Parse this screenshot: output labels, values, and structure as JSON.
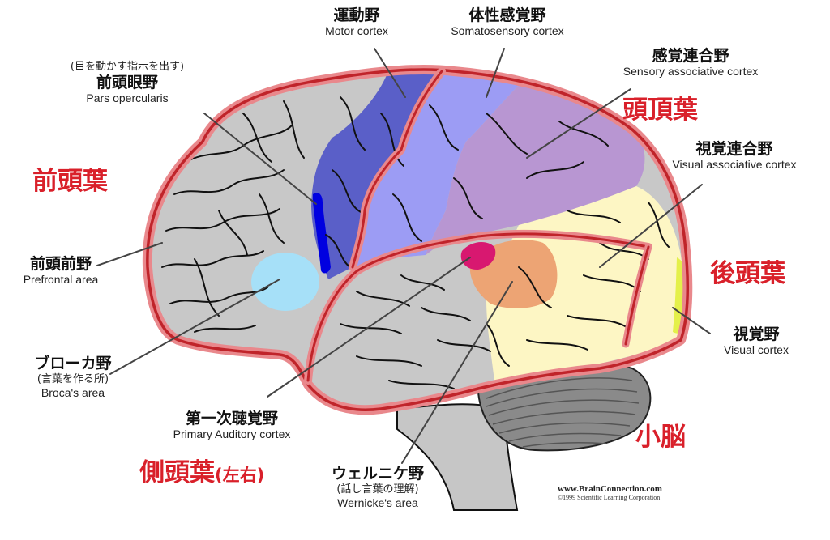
{
  "lobes": {
    "frontal": "前頭葉",
    "parietal": "頭頂葉",
    "occipital": "後頭葉",
    "temporal": "側頭葉",
    "temporal_note": "(左右)",
    "cerebellum": "小脳"
  },
  "labels": {
    "motor": {
      "jp": "運動野",
      "en": "Motor cortex"
    },
    "somatosensory": {
      "jp": "体性感覚野",
      "en": "Somatosensory cortex"
    },
    "sensory_assoc": {
      "jp": "感覚連合野",
      "en": "Sensory associative cortex"
    },
    "visual_assoc": {
      "jp": "視覚連合野",
      "en": "Visual associative cortex"
    },
    "visual": {
      "jp": "視覚野",
      "en": "Visual cortex"
    },
    "frontal_eye": {
      "note": "(目を動かす指示を出す)",
      "jp": "前頭眼野",
      "en": "Pars opercularis"
    },
    "prefrontal": {
      "jp": "前頭前野",
      "en": "Prefrontal area"
    },
    "broca": {
      "jp": "ブローカ野",
      "note": "(言葉を作る所)",
      "en": "Broca's area"
    },
    "auditory": {
      "jp": "第一次聴覚野",
      "en": "Primary Auditory cortex"
    },
    "wernicke": {
      "jp": "ウェルニケ野",
      "note": "(話し言葉の理解)",
      "en": "Wernicke's area"
    }
  },
  "credit": {
    "site": "www.BrainConnection.com",
    "copyright": "©1999 Scientific Learning Corporation"
  },
  "colors": {
    "lobe_label": "#d9202a",
    "outline": "#c0242a",
    "cortex_base": "#c8c8c8",
    "motor": "#5a5fc8",
    "somatosensory": "#9c9cf4",
    "sensory_assoc": "#b896d2",
    "visual_assoc": "#fdf6c4",
    "visual": "#e4f04a",
    "frontal_eye": "#0000e0",
    "broca": "#a6e0f8",
    "auditory": "#d81870",
    "wernicke": "#eda474",
    "cerebellum": "#8a8a8a"
  }
}
